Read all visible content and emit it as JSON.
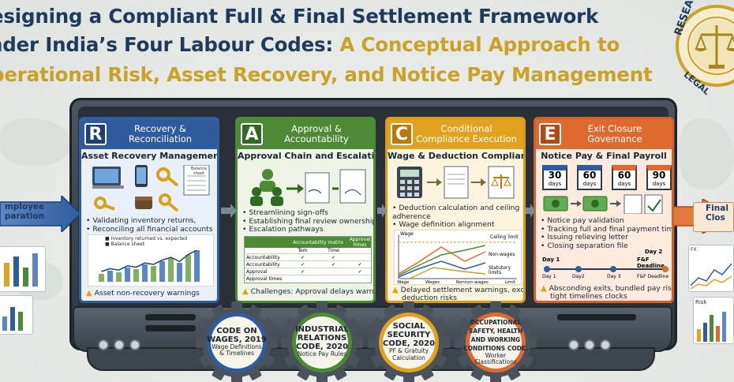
{
  "title": {
    "line1": "esigning a Compliant Full & Final Settlement Framework",
    "line2_dark": "nder India’s Four Labour Codes: ",
    "line2_gold": "A Conceptual Approach to",
    "line3": "perational Risk, Asset Recovery, and Notice Pay Management"
  },
  "seal": {
    "text_left": "LEGAL",
    "text_top": "RESEARCH"
  },
  "left_arrow": {
    "line1": "mployee",
    "line2": "paration"
  },
  "right_arrow": {
    "line1": "Final",
    "line2": "Clos"
  },
  "right_cards": {
    "card1_label": "FX",
    "card2_label": "Risk"
  },
  "panels": {
    "R": {
      "letter": "R",
      "title_line1": "Recovery &",
      "title_line2": "Reconciliation",
      "subtitle": "Asset Recovery Management",
      "balance_sheet": "Balance sheet",
      "bullets": [
        "• Validating inventory returns,",
        "• Reconciling all financial accounts"
      ],
      "chart_legend": [
        "Inventory returned vs. expected",
        "Balance sheet"
      ],
      "warning": "Asset non-recovery warnings"
    },
    "A": {
      "letter": "A",
      "title_line1": "Approval &",
      "title_line2": "Accountability",
      "subtitle": "Approval Chain and Escalation",
      "bullets": [
        "• Streamlining sign-offs",
        "• Establishing final review ownership",
        "• Escalation pathways"
      ],
      "matrix_title": "Accountability matrix",
      "matrix_cols": [
        "Tem",
        "Time",
        "Approval times"
      ],
      "matrix_rows": [
        "Accountability",
        "Accountability",
        "Approval",
        "Approval times"
      ],
      "warning": "Challenges: Approval delays warnings"
    },
    "C": {
      "letter": "C",
      "title_line1": "Conditional",
      "title_line2": "Compliance Execution",
      "subtitle": "Wage & Deduction Compliance",
      "bullets": [
        "• Deduction calculation and ceiling",
        "  adherence",
        "• Wage definition alignment"
      ],
      "chart_labels": [
        "Wage",
        "Ceiling limit",
        "Non-wages",
        "Statutory",
        "limits"
      ],
      "chart_x": [
        "Wage",
        "Wages",
        "Nonnon-wages",
        "Limit"
      ],
      "warning_line1": "Delayed settlement warnings, excess",
      "warning_line2": "deduction risks"
    },
    "E": {
      "letter": "E",
      "title_line1": "Exit Closure",
      "title_line2": "Governance",
      "subtitle": "Notice Pay & Final Payroll",
      "days": [
        {
          "num": "30",
          "label": "days"
        },
        {
          "num": "60",
          "label": "days"
        },
        {
          "num": "60",
          "label": "days"
        },
        {
          "num": "90",
          "label": "days"
        }
      ],
      "bullets": [
        "• Notice pay validation",
        "• Tracking full and final payment timeline",
        "• Issuing relieving letter",
        "• Closing separation file"
      ],
      "timeline": {
        "start": "Day 1",
        "d2": "Day2",
        "d3": "Day 3",
        "end_top": "Day 2",
        "end_label": "F&F Deadline"
      },
      "warning_line1": "Absconding exits, bundled pay risks,",
      "warning_line2": "tight timelines clocks"
    }
  },
  "gears": [
    {
      "name": "CODE ON",
      "name2": "WAGES, 2019",
      "sub1": "Wage Definitions",
      "sub2": "& Timelines",
      "color": "#2e5c9e"
    },
    {
      "name": "INDUSTRIAL",
      "name2": "RELATIONS",
      "name3": "CODE, 2020",
      "sub1": "Notice Pay Rules",
      "color": "#4d8a36"
    },
    {
      "name": "SOCIAL",
      "name2": "SECURITY",
      "name3": "CODE, 2020",
      "sub1": "PF & Gratuity",
      "sub2": "Calculation",
      "color": "#e0a21f"
    },
    {
      "name": "OCCUPATIONAL",
      "name2": "SAFETY, HEALTH",
      "name3": "AND WORKING",
      "name4": "CONDITIONS CODE,",
      "sub1": "Worker",
      "sub2": "Classifications",
      "color": "#df6a30"
    }
  ],
  "colors": {
    "navy": "#1f3a5a",
    "gold": "#c9a227"
  }
}
